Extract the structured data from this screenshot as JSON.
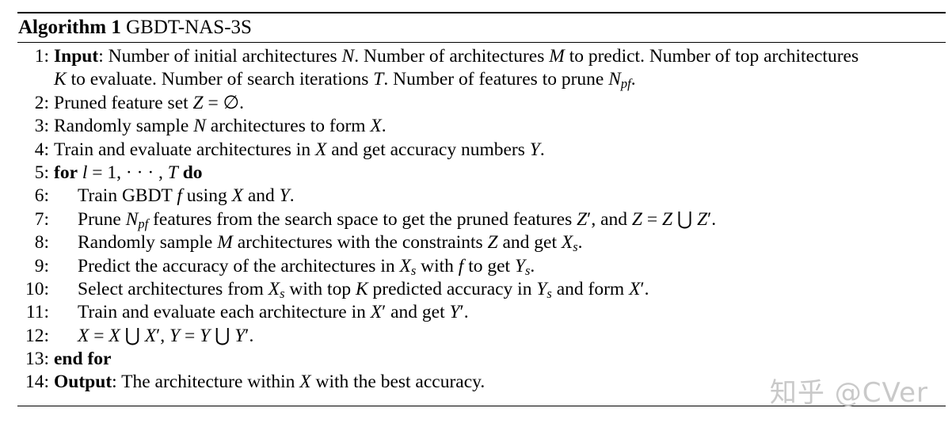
{
  "algorithm": {
    "label": "Algorithm 1",
    "name": "GBDT-NAS-3S"
  },
  "lines": [
    {
      "num": "1:",
      "indent": 0,
      "html": "<b>Input</b>: Number of initial architectures <span class=\"m\">N</span>. Number of architectures <span class=\"m\">M</span> to predict. Number of top architectures",
      "cont": "<span class=\"m\">K</span> to evaluate. Number of search iterations <span class=\"m\">T</span>. Number of features to prune <span class=\"m\">N</span><sub>pf</sub>."
    },
    {
      "num": "2:",
      "indent": 0,
      "html": "Pruned feature set <span class=\"m\">Z</span> = ∅."
    },
    {
      "num": "3:",
      "indent": 0,
      "html": "Randomly sample <span class=\"m\">N</span> architectures to form <span class=\"m\">X</span>."
    },
    {
      "num": "4:",
      "indent": 0,
      "html": "Train and evaluate architectures in <span class=\"m\">X</span> and get accuracy numbers <span class=\"m\">Y</span>."
    },
    {
      "num": "5:",
      "indent": 0,
      "html": "<b>for</b> <span class=\"m\">l</span> = 1, · · · , <span class=\"m\">T</span> <b>do</b>"
    },
    {
      "num": "6:",
      "indent": 1,
      "html": "Train GBDT <span class=\"m\">f</span> using <span class=\"m\">X</span> and <span class=\"m\">Y</span>."
    },
    {
      "num": "7:",
      "indent": 1,
      "html": "Prune <span class=\"m\">N</span><sub>pf</sub> features from the search space to get the pruned features <span class=\"m\">Z</span>′, and <span class=\"m\">Z</span> = <span class=\"m\">Z</span> ⋃ <span class=\"m\">Z</span>′."
    },
    {
      "num": "8:",
      "indent": 1,
      "html": "Randomly sample <span class=\"m\">M</span> architectures with the constraints <span class=\"m\">Z</span> and get <span class=\"m\">X</span><sub>s</sub>."
    },
    {
      "num": "9:",
      "indent": 1,
      "html": "Predict the accuracy of the architectures in <span class=\"m\">X</span><sub>s</sub> with <span class=\"m\">f</span> to get <span class=\"m\">Y</span><sub>s</sub>."
    },
    {
      "num": "10:",
      "indent": 1,
      "html": "Select architectures from <span class=\"m\">X</span><sub>s</sub> with top <span class=\"m\">K</span> predicted accuracy in <span class=\"m\">Y</span><sub>s</sub> and form <span class=\"m\">X</span>′."
    },
    {
      "num": "11:",
      "indent": 1,
      "html": "Train and evaluate each architecture in <span class=\"m\">X</span>′ and get <span class=\"m\">Y</span>′."
    },
    {
      "num": "12:",
      "indent": 1,
      "html": "<span class=\"m\">X</span> = <span class=\"m\">X</span> ⋃ <span class=\"m\">X</span>′, <span class=\"m\">Y</span> = <span class=\"m\">Y</span> ⋃ <span class=\"m\">Y</span>′."
    },
    {
      "num": "13:",
      "indent": 0,
      "html": "<b>end for</b>"
    },
    {
      "num": "14:",
      "indent": 0,
      "html": "<b>Output</b>: The architecture within <span class=\"m\">X</span> with the best accuracy."
    }
  ],
  "watermark": "知乎 @CVer"
}
